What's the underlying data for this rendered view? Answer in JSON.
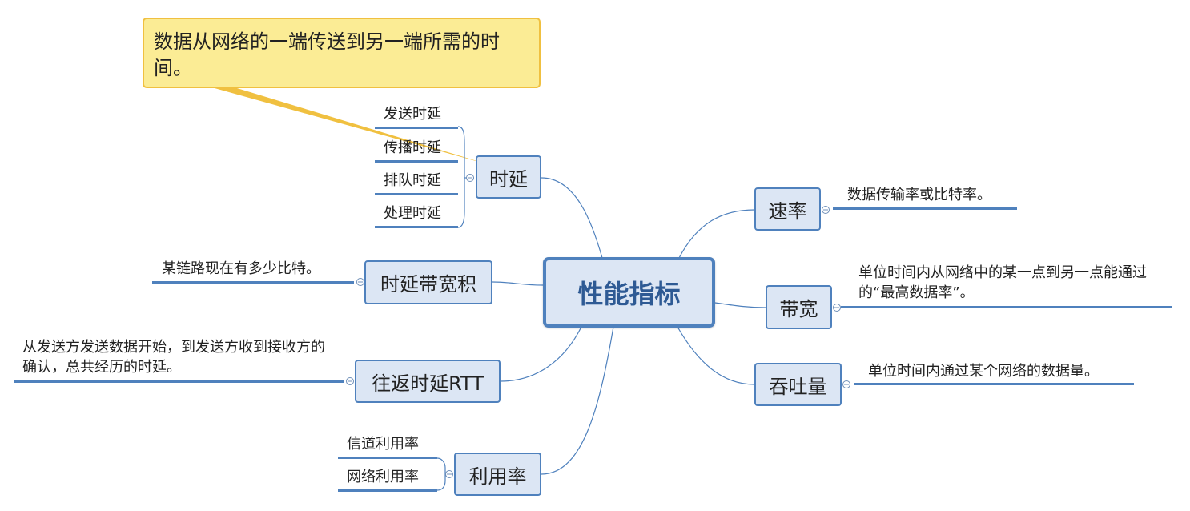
{
  "callout": {
    "text": "数据从网络的一端传送到另一端所需的时间。"
  },
  "root": {
    "label": "性能指标"
  },
  "topics": {
    "delay": {
      "label": "时延",
      "subtopics": [
        "发送时延",
        "传播时延",
        "排队时延",
        "处理时延"
      ]
    },
    "bdp": {
      "label": "时延带宽积",
      "note": "某链路现在有多少比特。"
    },
    "rtt": {
      "label": "往返时延RTT",
      "note": "从发送方发送数据开始，到发送方收到接收方的确认，总共经历的时延。"
    },
    "util": {
      "label": "利用率",
      "subtopics": [
        "信道利用率",
        "网络利用率"
      ]
    },
    "rate": {
      "label": "速率",
      "note": "数据传输率或比特率。"
    },
    "bandwidth": {
      "label": "带宽",
      "note": "单位时间内从网络中的某一点到另一点能通过的“最高数据率”。"
    },
    "throughput": {
      "label": "吞吐量",
      "note": "单位时间内通过某个网络的数据量。"
    }
  },
  "colors": {
    "line": "#4f81bd",
    "node_fill": "#dce6f4",
    "callout_fill": "#fbec95",
    "callout_border": "#f0c040"
  }
}
